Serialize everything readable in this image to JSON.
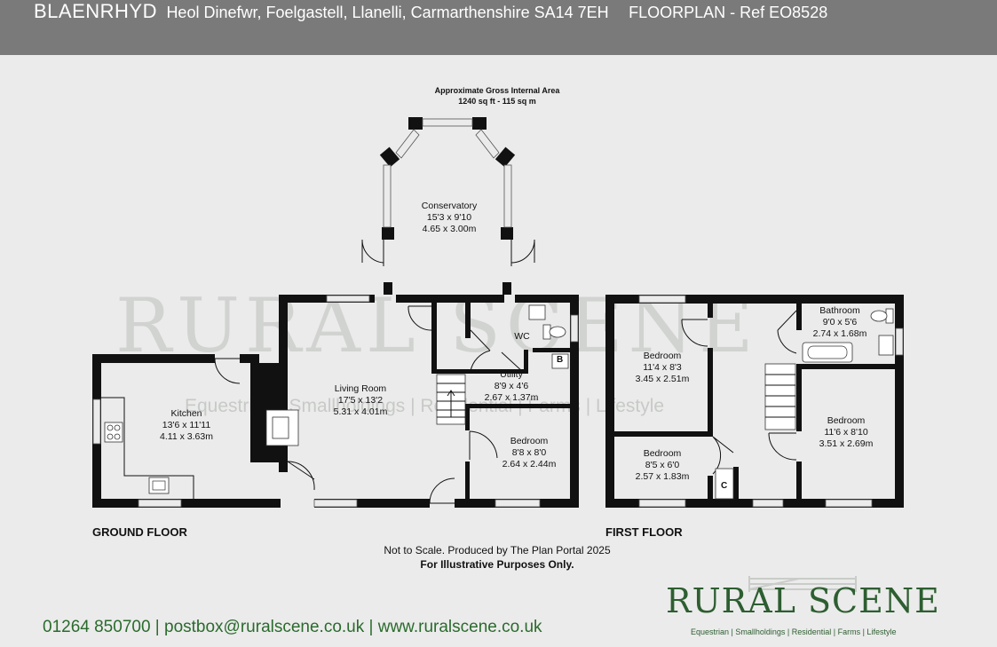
{
  "header": {
    "property_name": "BLAENRHYD",
    "address": "Heol Dinefwr, Foelgastell, Llanelli, Carmarthenshire SA14 7EH",
    "reference": "FLOORPLAN - Ref EO8528",
    "background_color": "#7a7a7a"
  },
  "area": {
    "title": "Approximate Gross Internal Area",
    "value": "1240 sq ft - 115 sq m"
  },
  "rooms": [
    {
      "name": "Conservatory",
      "imperial": "15'3 x 9'10",
      "metric": "4.65 x 3.00m"
    },
    {
      "name": "Kitchen",
      "imperial": "13'6 x 11'11",
      "metric": "4.11 x 3.63m"
    },
    {
      "name": "Living Room",
      "imperial": "17'5 x 13'2",
      "metric": "5.31 x 4.01m"
    },
    {
      "name": "WC",
      "imperial": "",
      "metric": ""
    },
    {
      "name": "Utility",
      "imperial": "8'9 x 4'6",
      "metric": "2.67 x 1.37m"
    },
    {
      "name": "Bedroom",
      "imperial": "8'8 x 8'0",
      "metric": "2.64 x 2.44m"
    },
    {
      "name": "Bedroom",
      "imperial": "11'4 x 8'3",
      "metric": "3.45 x 2.51m"
    },
    {
      "name": "Bathroom",
      "imperial": "9'0 x 5'6",
      "metric": "2.74 x 1.68m"
    },
    {
      "name": "Bedroom",
      "imperial": "11'6 x 8'10",
      "metric": "3.51 x 2.69m"
    },
    {
      "name": "Bedroom",
      "imperial": "8'5 x 6'0",
      "metric": "2.57 x 1.83m"
    }
  ],
  "markers": {
    "boiler": "B",
    "cupboard": "C"
  },
  "floors": {
    "ground": "GROUND FLOOR",
    "first": "FIRST FLOOR"
  },
  "credit": {
    "line1": "Not to Scale. Produced by The Plan Portal 2025",
    "line2": "For Illustrative Purposes Only."
  },
  "contact": "01264 850700 | postbox@ruralscene.co.uk | www.ruralscene.co.uk",
  "watermark": {
    "word": "RURAL SCENE",
    "tagline": "Equestrian | Smallholdings | Residential | Farms | Lifestyle"
  },
  "logo": {
    "word": "RURAL SCENE",
    "tagline": "Equestrian | Smallholdings | Residential | Farms | Lifestyle",
    "color": "#2d5e30"
  },
  "colors": {
    "wall": "#111111",
    "background": "#ebebeb",
    "contact": "#2a6b2c"
  },
  "icons": [
    "toilet-icon",
    "sink-icon",
    "bath-icon",
    "hob-icon",
    "fireplace-icon",
    "stairs-icon",
    "door-swing-icon",
    "window-icon"
  ]
}
